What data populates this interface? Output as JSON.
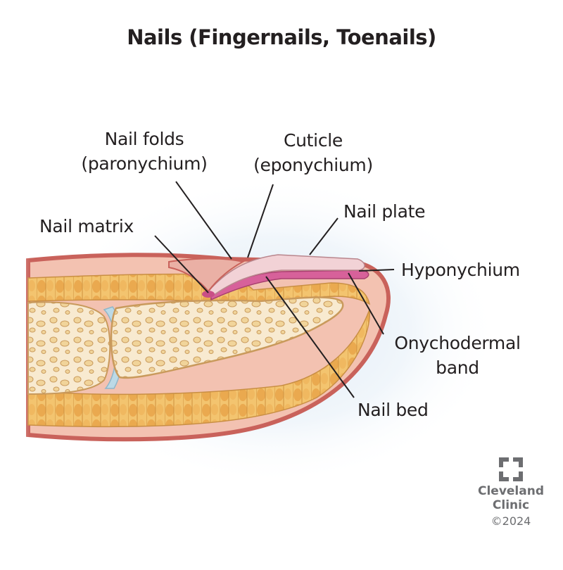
{
  "title": "Nails (Fingernails, Toenails)",
  "labels": {
    "nail_folds": [
      "Nail folds",
      "(paronychium)"
    ],
    "cuticle": [
      "Cuticle",
      "(eponychium)"
    ],
    "nail_plate": "Nail plate",
    "nail_matrix": "Nail matrix",
    "hyponychium": "Hyponychium",
    "onychodermal_band": [
      "Onychodermal",
      "band"
    ],
    "nail_bed": "Nail bed"
  },
  "logo": {
    "line1": "Cleveland",
    "line2": "Clinic",
    "copyright": "©2024"
  },
  "colors": {
    "skin_outline": "#c9625b",
    "skin_fill": "#f3c2b1",
    "fat": "#f0b868",
    "bone_fill": "#f8e9c4",
    "bone_outline": "#c99a5c",
    "joint_cartilage": "#bcd9e6",
    "nail_plate": "#f2d2d6",
    "nail_bed": "#d7619a",
    "text": "#231f20",
    "logo_gray": "#6d6e71",
    "glow": "#dce9f4"
  }
}
